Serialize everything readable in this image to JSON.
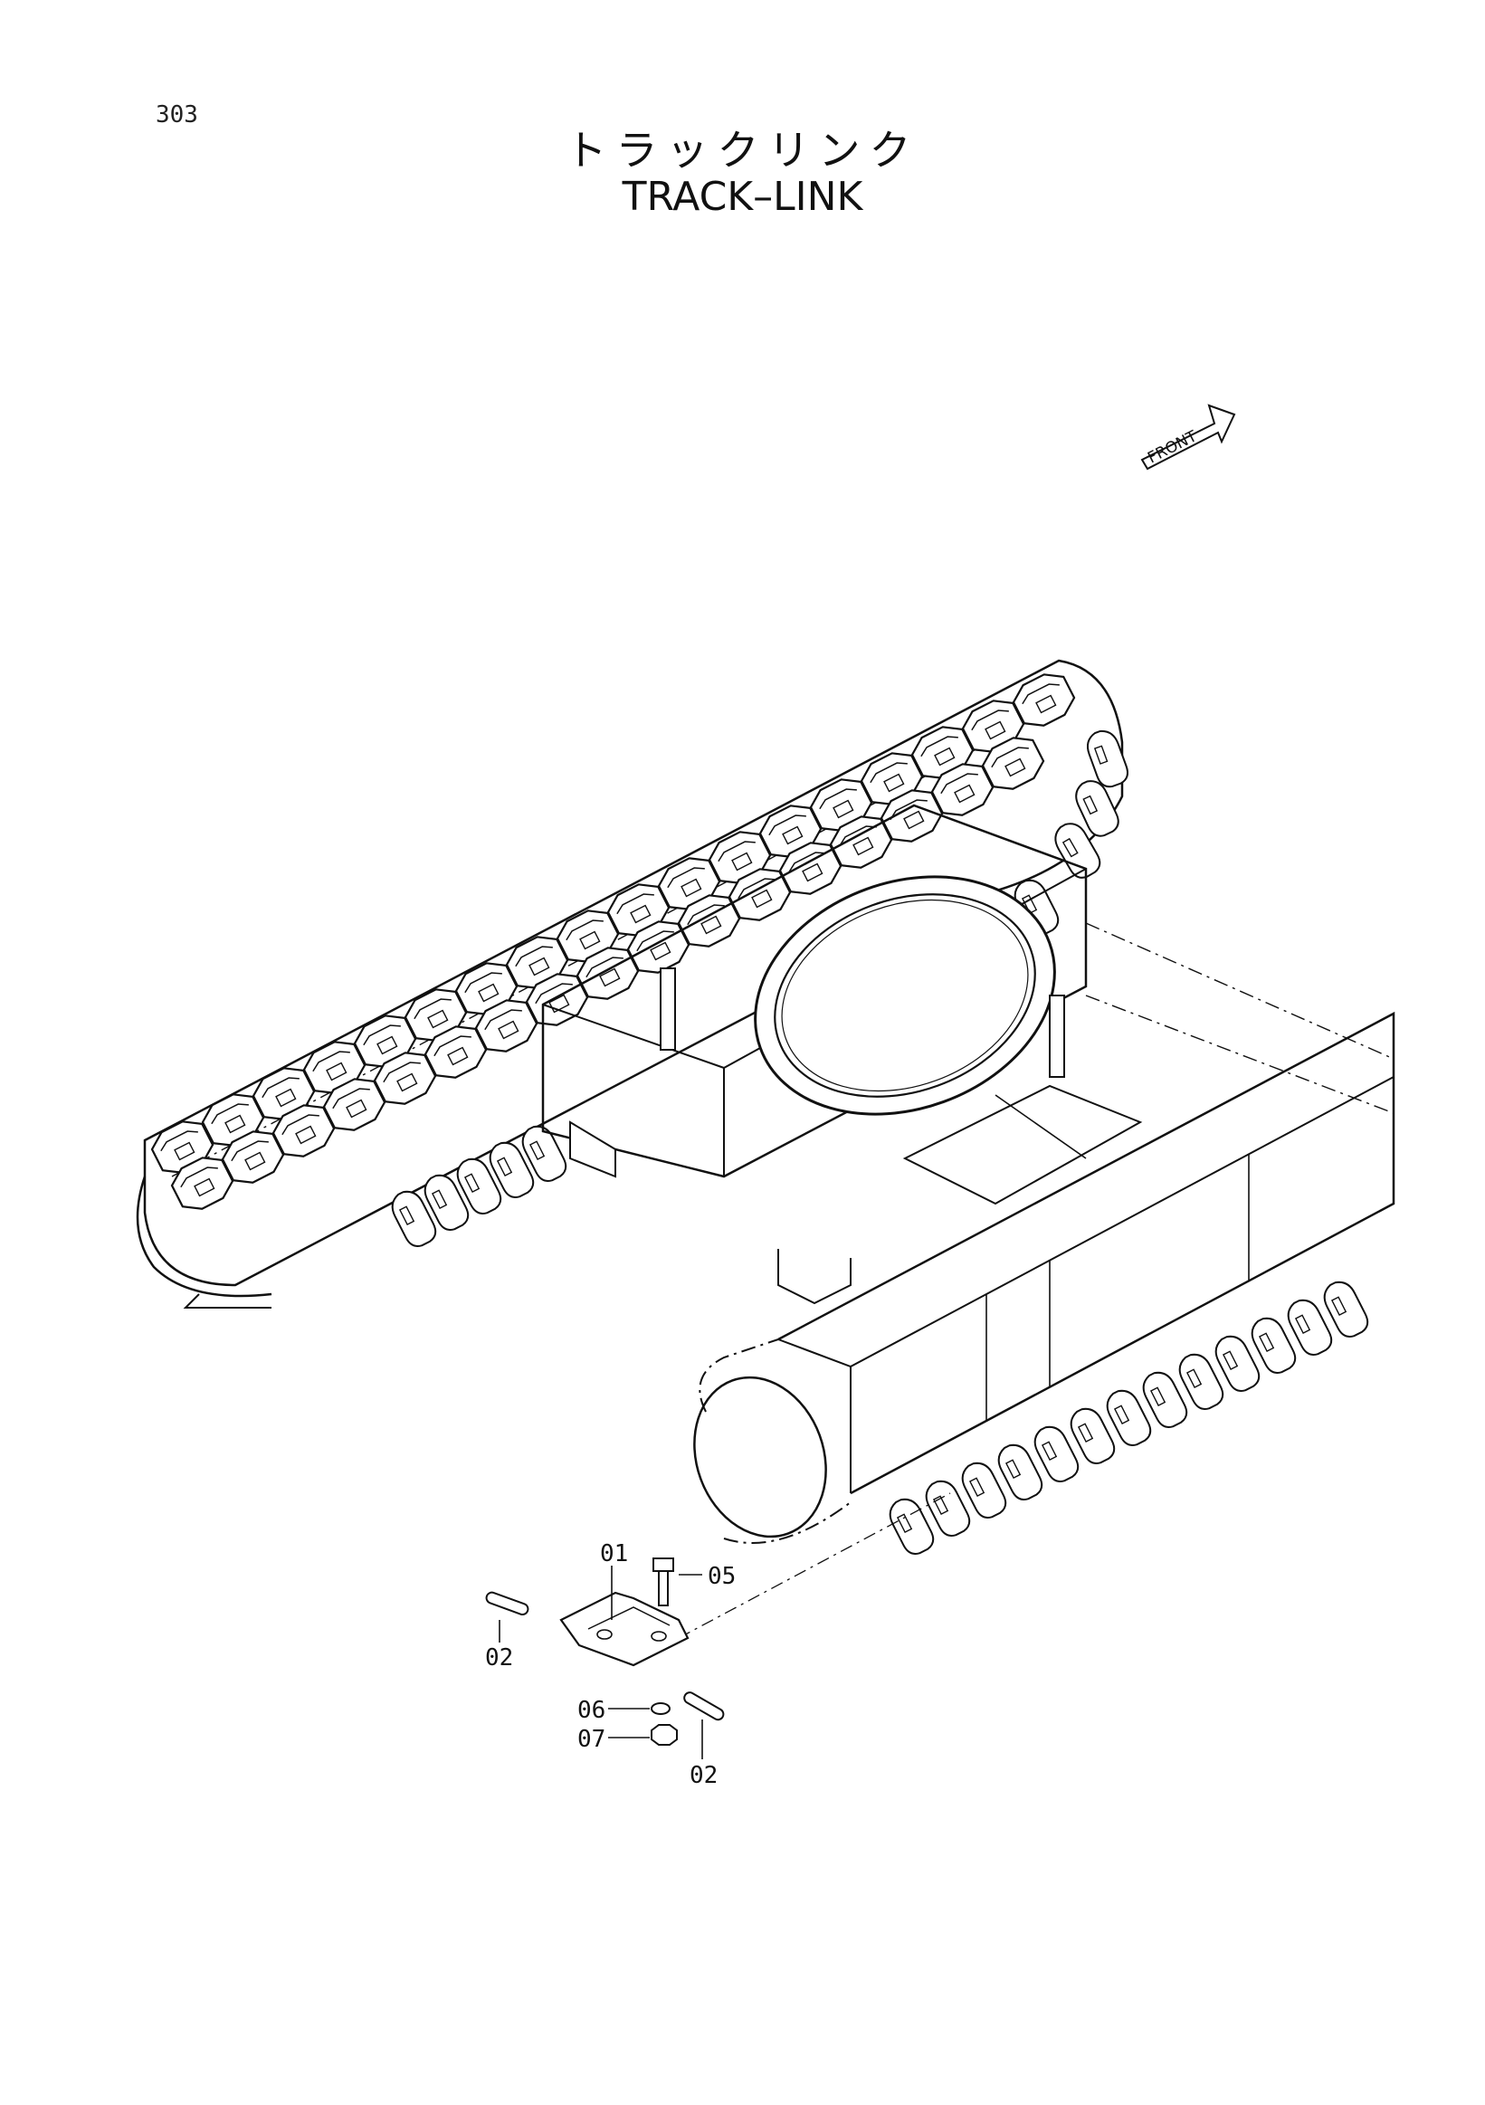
{
  "page": {
    "number": "303"
  },
  "title": {
    "japanese": "トラックリンク",
    "english": "TRACK–LINK"
  },
  "direction_marker": {
    "label": "FRONT"
  },
  "callouts": {
    "c01": "01",
    "c02a": "02",
    "c02b": "02",
    "c05": "05",
    "c06": "06",
    "c07": "07"
  }
}
